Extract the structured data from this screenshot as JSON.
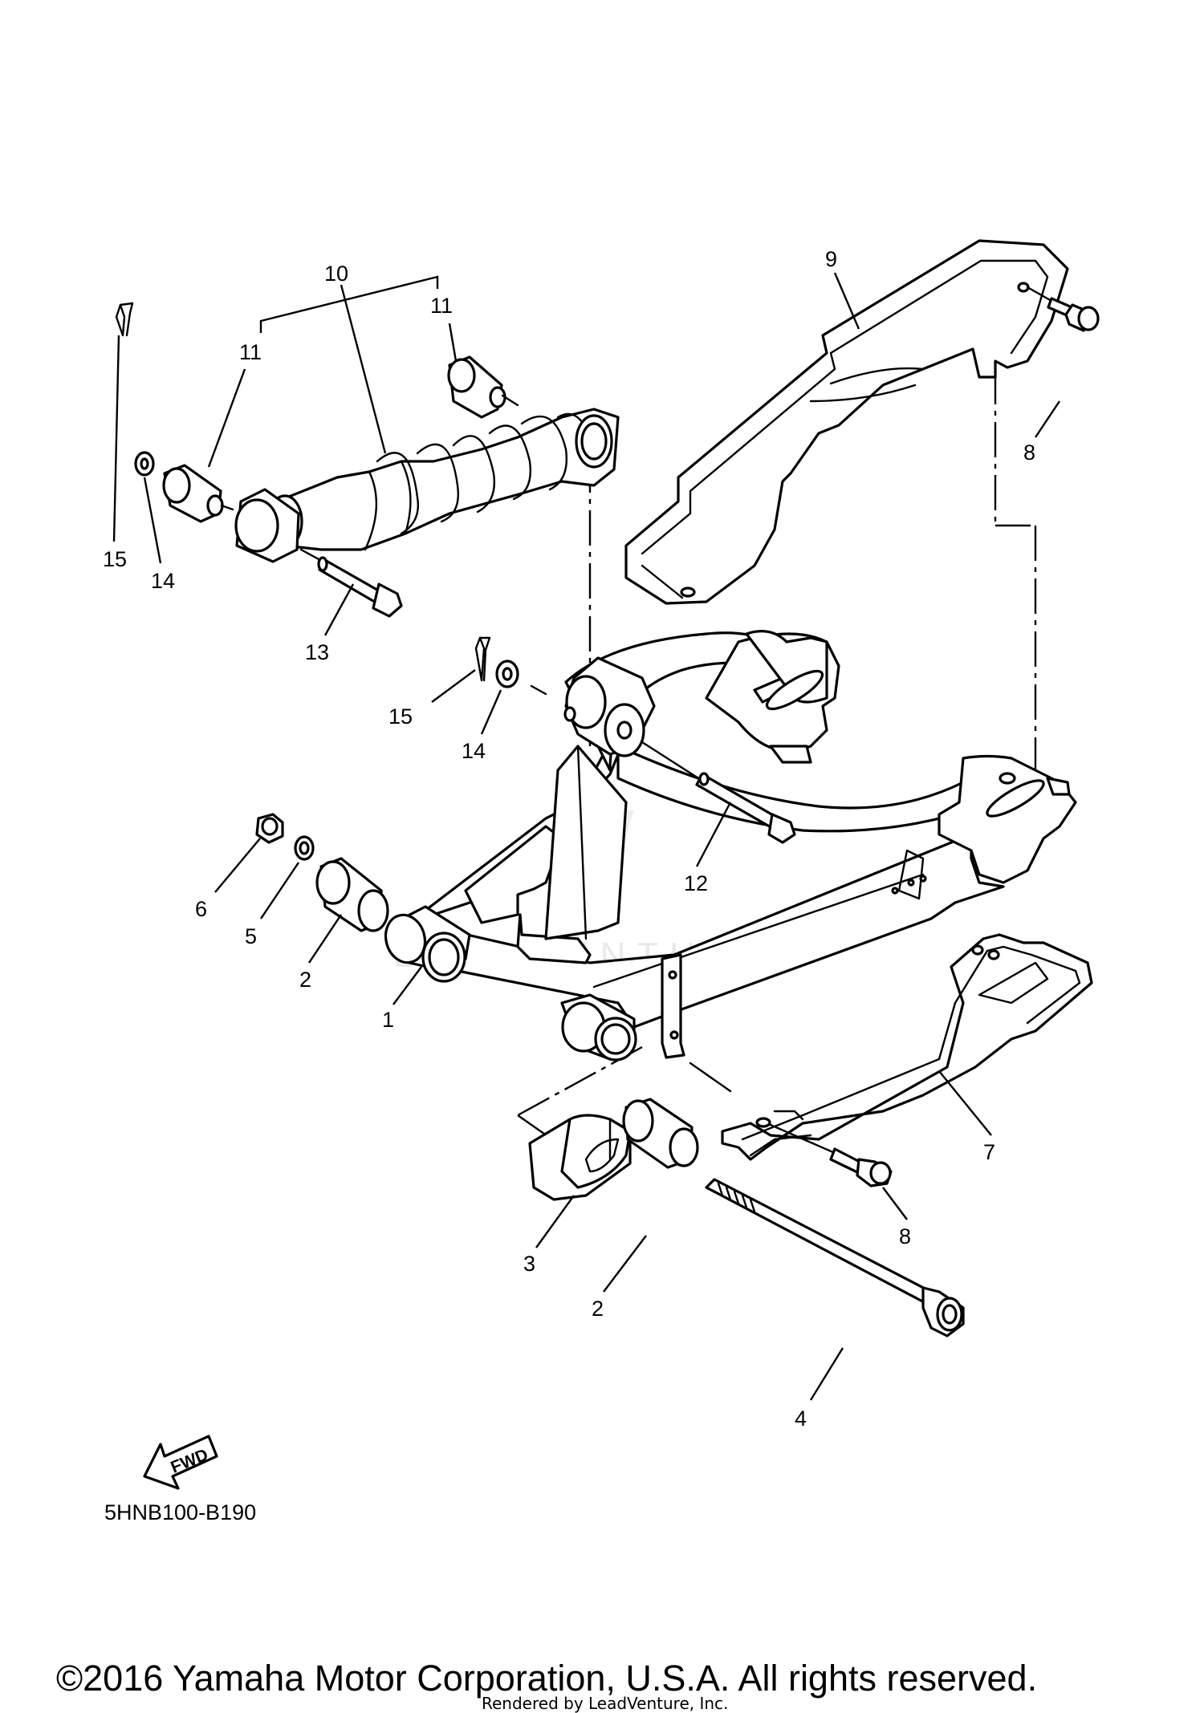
{
  "diagram": {
    "callouts": {
      "c1": "1",
      "c2a": "2",
      "c2b": "2",
      "c3": "3",
      "c4": "4",
      "c5": "5",
      "c6": "6",
      "c7": "7",
      "c8a": "8",
      "c8b": "8",
      "c9": "9",
      "c10": "10",
      "c11a": "11",
      "c11b": "11",
      "c12": "12",
      "c13": "13",
      "c14a": "14",
      "c14b": "14",
      "c15a": "15",
      "c15b": "15"
    },
    "fwd_label": "FWD",
    "diagram_code": "5HNB100-B190",
    "watermark": "LEADVENTURE",
    "copyright": "©2016 Yamaha Motor Corporation, U.S.A. All rights reserved.",
    "rendered_by": "Rendered by LeadVenture, Inc."
  }
}
